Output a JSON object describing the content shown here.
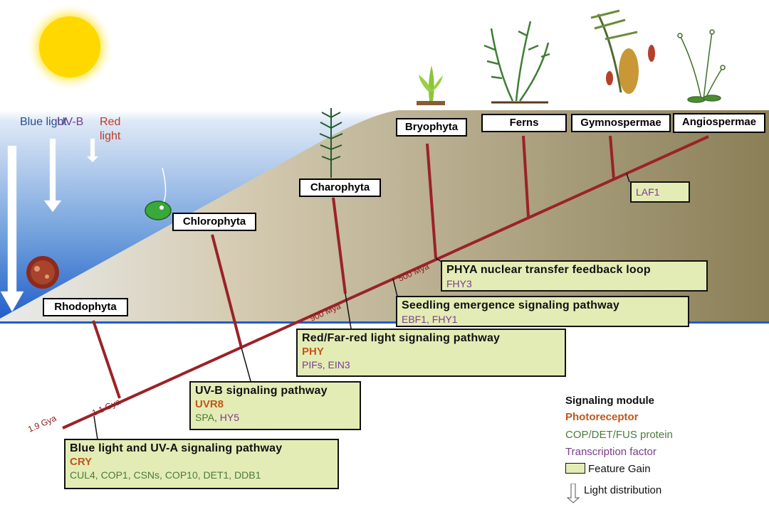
{
  "light": {
    "blue": "Blue light",
    "uvb": "UV-B",
    "red": "Red light"
  },
  "clades": [
    "Rhodophyta",
    "Chlorophyta",
    "Charophyta",
    "Bryophyta",
    "Ferns",
    "Gymnospermae",
    "Angiospermae"
  ],
  "times": {
    "t1": "1.9 Gya",
    "t2": "1.1 Gya",
    "t3": "900 Mya",
    "t4": "500 Mya"
  },
  "features": {
    "phya": {
      "title": "PHYA nuclear transfer feedback loop",
      "factors": "FHY3"
    },
    "seedling": {
      "title": "Seedling emergence signaling pathway",
      "factors": "EBF1, FHY1"
    },
    "red": {
      "title": "Red/Far-red light signaling pathway",
      "photoreceptor": "PHY",
      "factors": "PIFs, EIN3"
    },
    "uvb": {
      "title": "UV-B signaling pathway",
      "photoreceptor": "UVR8",
      "cop": "SPA",
      "sep": ", ",
      "tf": "HY5"
    },
    "blue": {
      "title": "Blue light and UV-A signaling pathway",
      "photoreceptor": "CRY",
      "cop": "CUL4, COP1, CSNs, COP10, DET1, DDB1"
    },
    "laf1": {
      "factors": "LAF1"
    }
  },
  "legend": {
    "title": "Signaling module",
    "photoreceptor": "Photoreceptor",
    "cop": "COP/DET/FUS protein",
    "tf": "Transcription factor",
    "gain": "Feature Gain",
    "light": "Light distribution"
  },
  "colors": {
    "branch": "#9b2227",
    "box_fill": "#e4ecb6",
    "photoreceptor": "#c0561b",
    "cop": "#4a7a3a",
    "tf": "#7a3c8e",
    "water_top": "#1c5fc6",
    "land": "#8f8560"
  }
}
